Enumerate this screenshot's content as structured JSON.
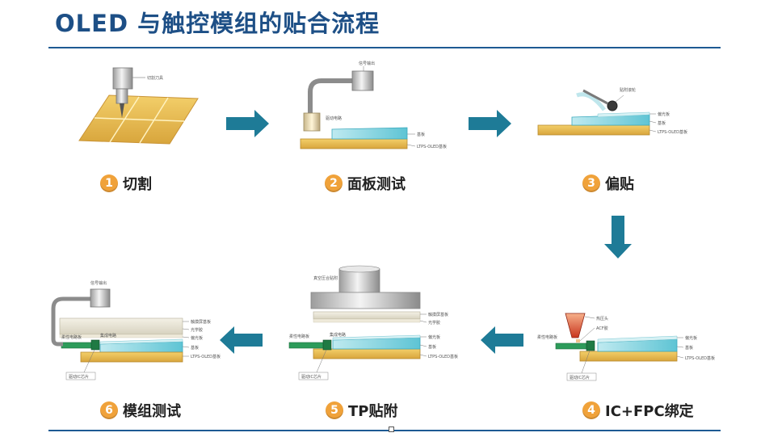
{
  "title": "OLED 与触控模组的贴合流程",
  "colors": {
    "accent": "#1d5a93",
    "arrow": "#1e7b97",
    "badge": "#f0a23a",
    "glass": "#7fd3de",
    "substrate": "#e2b652"
  },
  "steps": [
    {
      "number": "1",
      "label": "切割"
    },
    {
      "number": "2",
      "label": "面板测试"
    },
    {
      "number": "3",
      "label": "偏贴"
    },
    {
      "number": "4",
      "label": "IC+FPC绑定"
    },
    {
      "number": "5",
      "label": "TP贴附"
    },
    {
      "number": "6",
      "label": "模组测试"
    }
  ],
  "labels": {
    "s1": {
      "tool": "切割刀具"
    },
    "s2": {
      "probe": "信号输出",
      "block": "驱动电路",
      "glass": "基板",
      "base": "LTPS-OLED基板"
    },
    "s3": {
      "roller": "贴附滚轮",
      "pol": "偏光板",
      "glass": "基板",
      "base": "LTPS-OLED基板"
    },
    "s4": {
      "head": "热压头",
      "acf": "ACF胶",
      "fpc": "柔性电路板",
      "pol": "偏光板",
      "glass": "基板",
      "base": "LTPS-OLED基板",
      "ic": "驱动IC芯片"
    },
    "s5": {
      "press": "真空压合贴附",
      "tp": "触摸屏基板",
      "oca": "光学胶",
      "fpc": "柔性电路板",
      "chip": "集成电路",
      "pol": "偏光板",
      "glass": "基板",
      "base": "LTPS-OLED基板",
      "ic": "驱动IC芯片"
    },
    "s6": {
      "probe": "信号输出",
      "tp": "触摸屏基板",
      "oca": "光学胶",
      "pol": "偏光板",
      "fpc": "柔性电路板",
      "chip": "集成电路",
      "glass": "基板",
      "base": "LTPS-OLED基板",
      "ic": "驱动IC芯片"
    }
  }
}
